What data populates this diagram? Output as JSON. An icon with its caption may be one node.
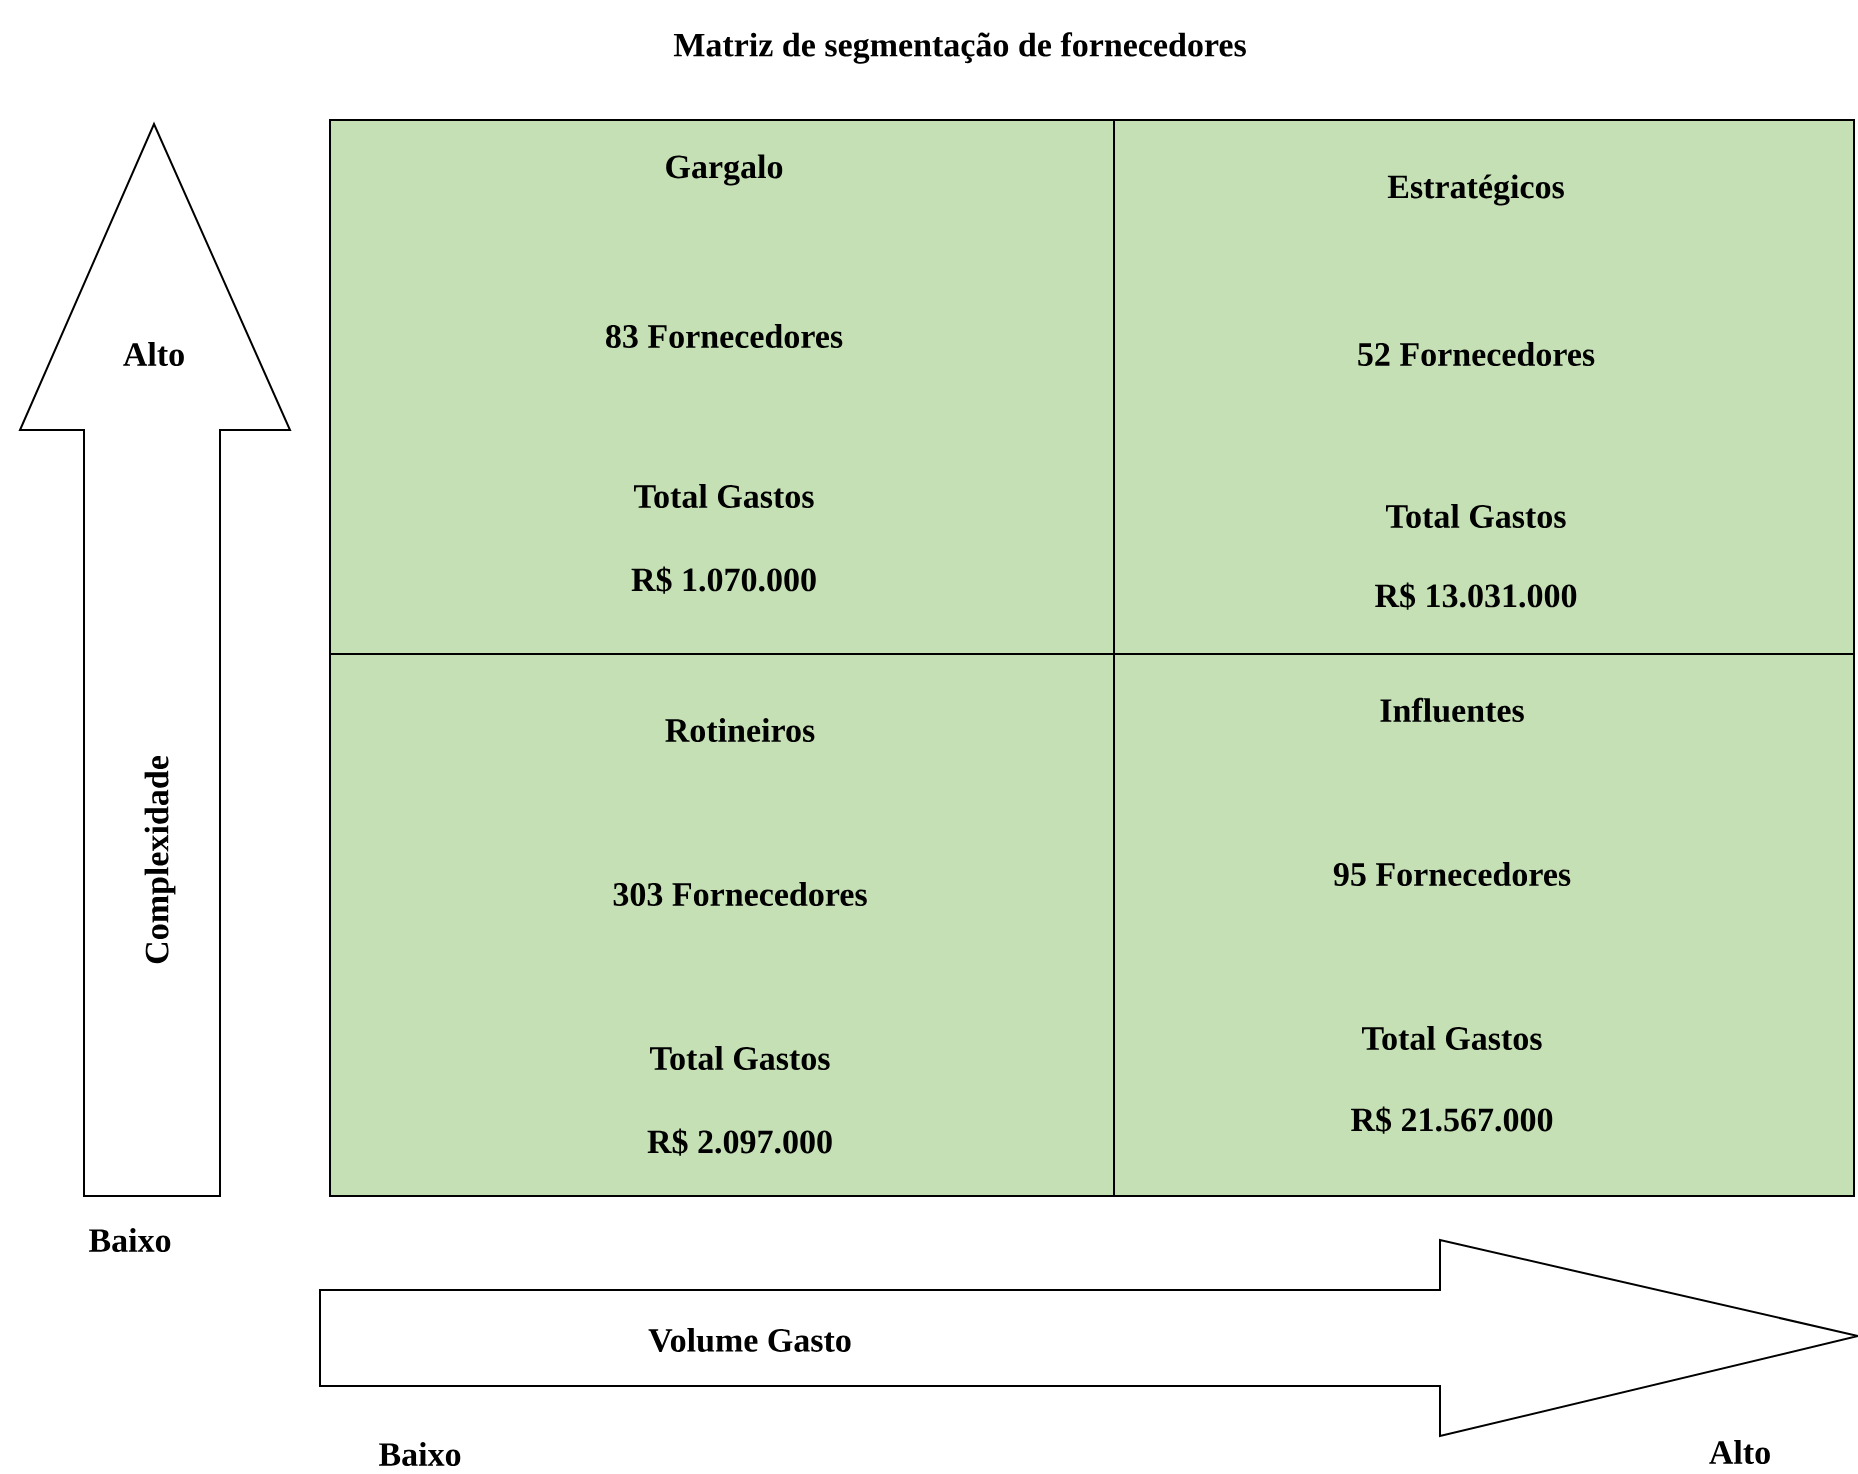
{
  "diagram": {
    "title": "Matriz de segmentação de fornecedores",
    "nodes": [
      {
        "text": [
          "Gargalo",
          "83 Fornecedores",
          "Total Gastos",
          "R$ 1.070.000"
        ]
      },
      {
        "text": [
          "Estratégicos",
          "52 Fornecedores",
          "Total Gastos",
          "R$ 13.031.000"
        ]
      },
      {
        "text": [
          "Rotineiros",
          "303 Fornecedores",
          "Total Gastos",
          "R$ 2.097.000"
        ]
      },
      {
        "text": [
          "Influentes",
          "95 Fornecedores",
          "Total Gastos",
          "R$ 21.567.000"
        ]
      },
      {
        "text": [
          "Alto",
          "Complexidade"
        ]
      },
      {
        "text": [
          "Volume Gasto"
        ]
      }
    ],
    "labels": [
      "Baixo",
      "Baixo",
      "Alto"
    ]
  }
}
